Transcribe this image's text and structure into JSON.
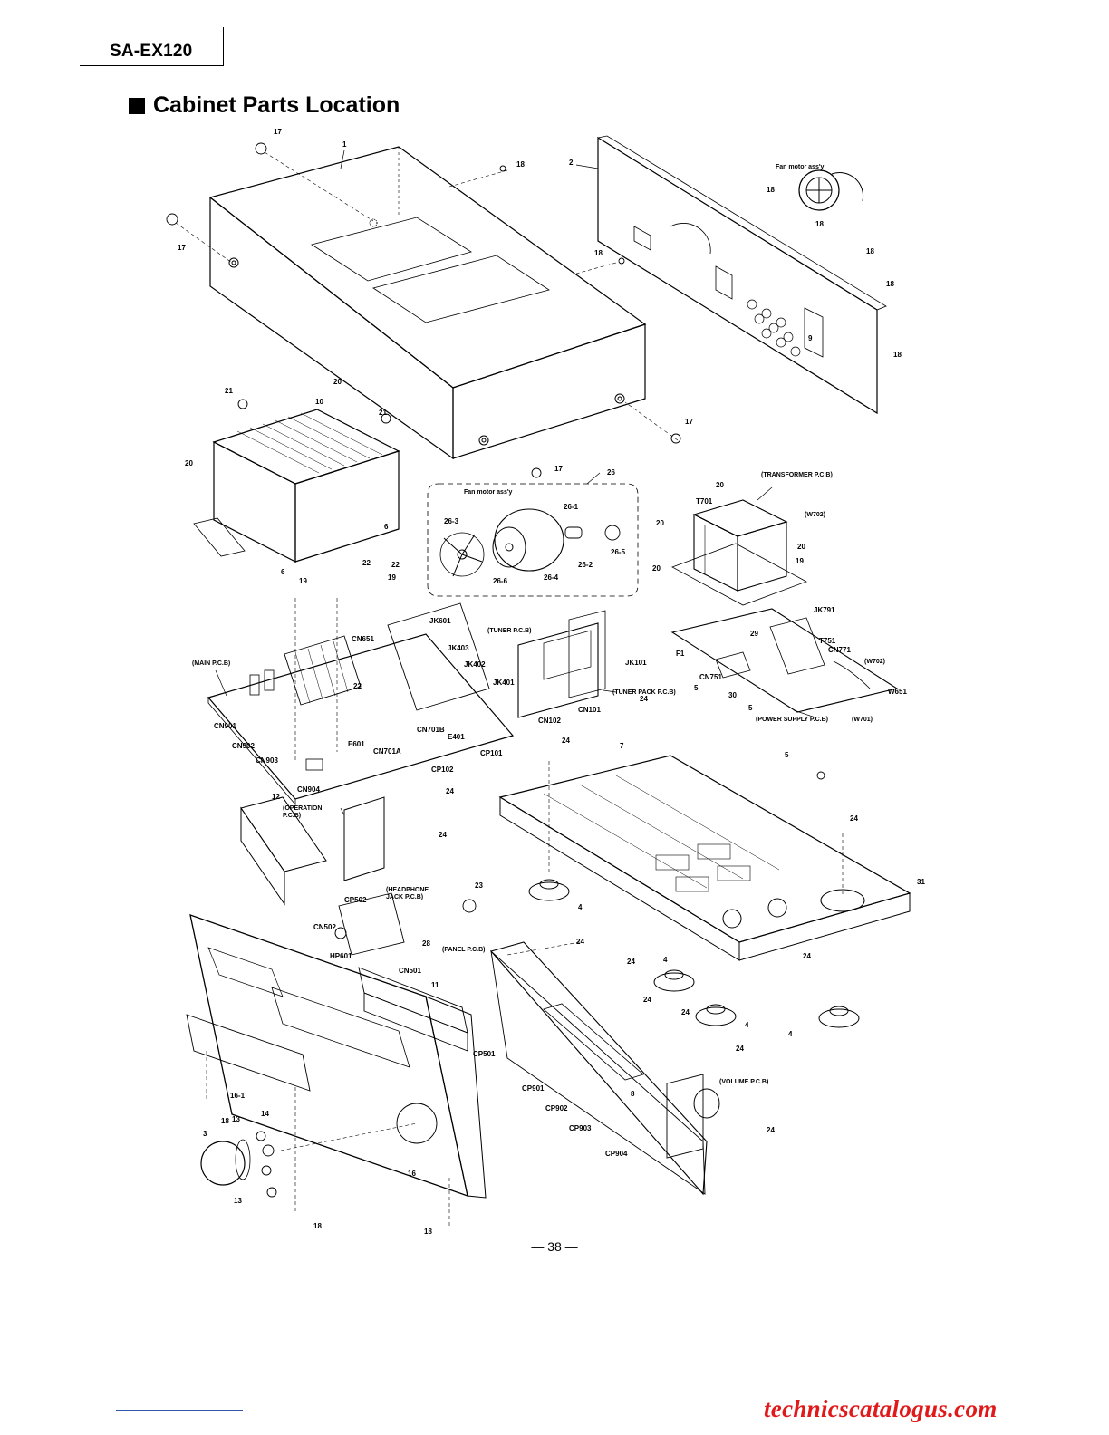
{
  "header": {
    "model": "SA-EX120"
  },
  "section": {
    "title": "Cabinet Parts Location"
  },
  "labels": {
    "fan_motor_assy": "Fan motor ass'y",
    "main_pcb": "(MAIN P.C.B)",
    "tuner_pcb": "(TUNER P.C.B)",
    "tuner_pack_pcb": "(TUNER PACK P.C.B)",
    "transformer_pcb": "(TRANSFORMER P.C.B)",
    "power_supply_pcb": "(POWER SUPPLY P.C.B)",
    "operation_pcb_1": "(OPERATION",
    "operation_pcb_2": "P.C.B)",
    "headphone_pcb_1": "(HEADPHONE",
    "headphone_pcb_2": "JACK P.C.B)",
    "panel_pcb": "(PANEL P.C.B)",
    "volume_pcb": "(VOLUME P.C.B)",
    "w702": "(W702)",
    "w701": "(W701)",
    "w651": "W651",
    "t701": "T701",
    "t751": "T751",
    "f1": "F1",
    "jk791": "JK791",
    "cn771": "CN771",
    "cn751": "CN751",
    "cn651": "CN651",
    "jk601": "JK601",
    "jk403": "JK403",
    "jk402": "JK402",
    "jk401": "JK401",
    "jk101": "JK101",
    "cn101": "CN101",
    "cn102": "CN102",
    "cn901": "CN901",
    "cn902": "CN902",
    "cn903": "CN903",
    "cn904": "CN904",
    "e601": "E601",
    "cn701a": "CN701A",
    "cn701b": "CN701B",
    "e401": "E401",
    "cp101": "CP101",
    "cp102": "CP102",
    "cp502": "CP502",
    "cn502": "CN502",
    "hp601": "HP601",
    "cn501": "CN501",
    "cp501": "CP501",
    "cp901": "CP901",
    "cp902": "CP902",
    "cp903": "CP903",
    "cp904": "CP904"
  },
  "part_numbers": {
    "p1": "1",
    "p2": "2",
    "p3": "3",
    "p4": "4",
    "p5": "5",
    "p6": "6",
    "p7": "7",
    "p8": "8",
    "p10": "10",
    "p11": "11",
    "p12": "12",
    "p13": "13",
    "p14": "14",
    "p16": "16",
    "p16_1": "16-1",
    "p17": "17",
    "p18": "18",
    "p19": "19",
    "p20": "20",
    "p21": "21",
    "p22": "22",
    "p23": "23",
    "p24": "24",
    "p26": "26",
    "p26_1": "26-1",
    "p26_2": "26-2",
    "p26_3": "26-3",
    "p26_4": "26-4",
    "p26_5": "26-5",
    "p26_6": "26-6",
    "p28": "28",
    "p29": "29",
    "p30": "30",
    "p31": "31",
    "p9": "9"
  },
  "footer": {
    "page_number": "— 38 —",
    "watermark": "technicscatalogus.com"
  }
}
